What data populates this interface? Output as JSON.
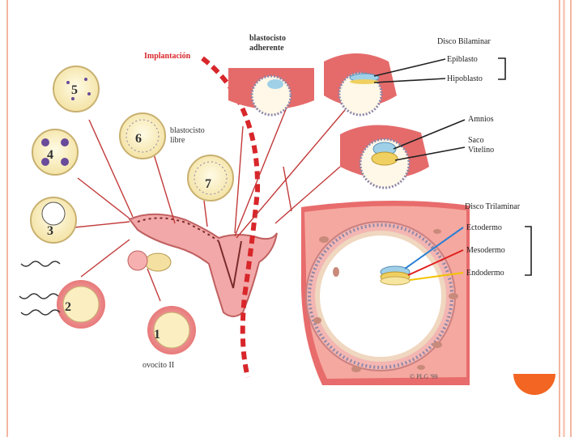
{
  "diagram": {
    "implantacion": "Implantación",
    "blastocisto_adherente_line1": "blastocisto",
    "blastocisto_adherente_line2": "adherente",
    "blastocisto_libre_line1": "blastocisto",
    "blastocisto_libre_line2": "libre",
    "ovocito": "ovocito II",
    "stage_numbers": [
      "1",
      "2",
      "3",
      "4",
      "5",
      "6",
      "7"
    ],
    "disco_bilaminar": "Disco Bilaminar",
    "epiblasto": "Epiblasto",
    "hipoblasto": "Hipoblasto",
    "amnios": "Amnios",
    "saco_line1": "Saco",
    "saco_line2": "Vitelino",
    "disco_trilaminar": "Disco Trilaminar",
    "ectodermo": "Ectodermo",
    "mesodermo": "Mesodermo",
    "endodermo": "Endodermo",
    "copyright": "© PLG '99"
  },
  "colors": {
    "frame": "#f2b6a1",
    "accent_circle": "#f26522",
    "uterus_wall": "#e56b6b",
    "implant_line": "#d8262a",
    "cell_fill": "#fbeec1",
    "ectodermo_line": "#2a7fd4",
    "mesodermo_line": "#e0201f",
    "endodermo_line": "#f2c200"
  }
}
